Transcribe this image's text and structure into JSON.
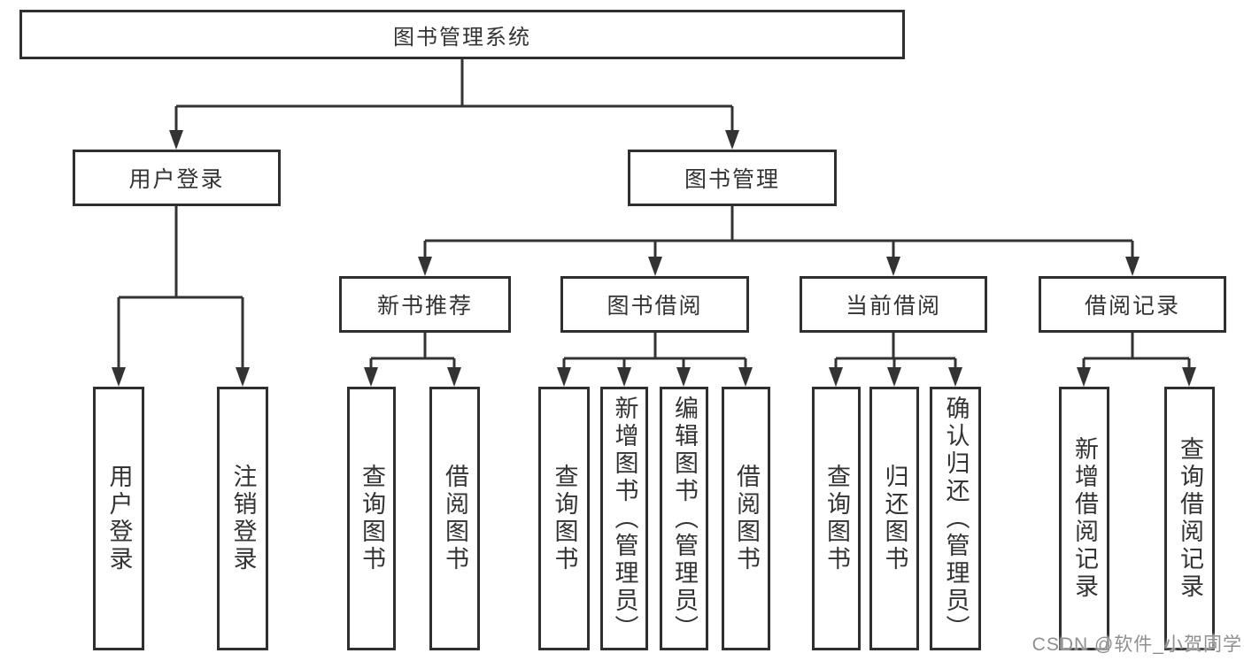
{
  "diagram": {
    "root": {
      "label": "图书管理系统"
    },
    "level2": [
      {
        "label": "用户登录"
      },
      {
        "label": "图书管理"
      }
    ],
    "level3": [
      {
        "label": "新书推荐"
      },
      {
        "label": "图书借阅"
      },
      {
        "label": "当前借阅"
      },
      {
        "label": "借阅记录"
      }
    ],
    "leaves": [
      {
        "label": "用户登录"
      },
      {
        "label": "注销登录"
      },
      {
        "label": "查询图书"
      },
      {
        "label": "借阅图书"
      },
      {
        "label": "查询图书"
      },
      {
        "label": "新增图书（管理员）"
      },
      {
        "label": "编辑图书（管理员）"
      },
      {
        "label": "借阅图书"
      },
      {
        "label": "查询图书"
      },
      {
        "label": "归还图书"
      },
      {
        "label": "确认归还（管理员）"
      },
      {
        "label": "新增借阅记录"
      },
      {
        "label": "查询借阅记录"
      }
    ]
  },
  "watermark": {
    "text": "CSDN @软件_小贺同学"
  },
  "colors": {
    "line": "#333333",
    "border": "#2f2f2f",
    "watermark": "#8f8f8f",
    "background": "#ffffff"
  }
}
